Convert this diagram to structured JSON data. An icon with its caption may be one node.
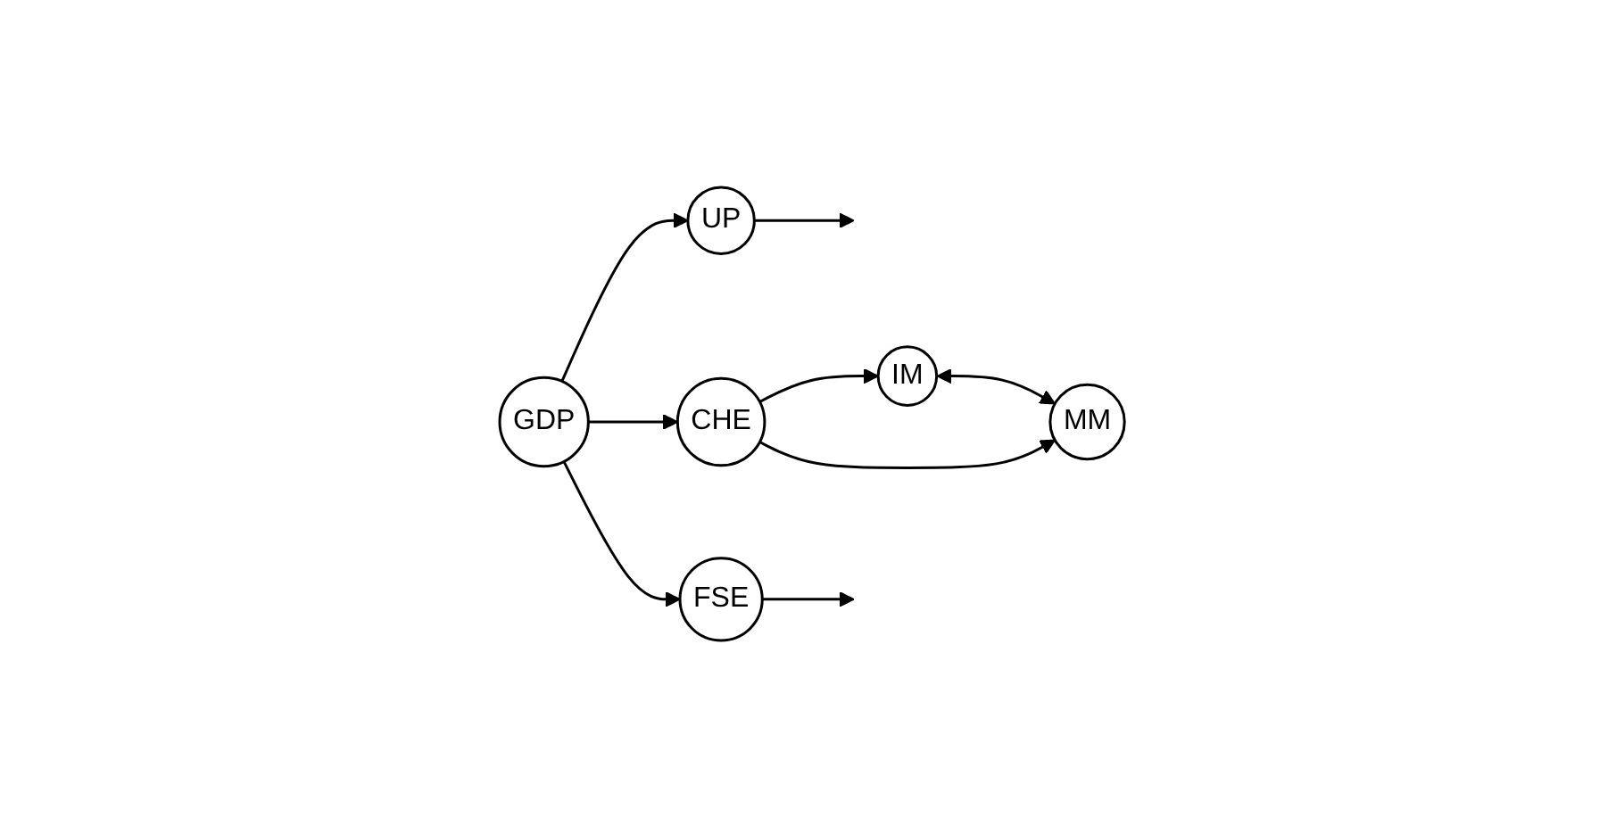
{
  "diagram": {
    "nodes": [
      {
        "text": [
          "GDP"
        ]
      },
      {
        "text": [
          "UP"
        ]
      },
      {
        "text": [
          "CHE"
        ]
      },
      {
        "text": [
          "FSE"
        ]
      },
      {
        "text": [
          "IM"
        ]
      },
      {
        "text": [
          "MM"
        ]
      }
    ],
    "edges": [
      {
        "from": 0,
        "to": 1,
        "arrow": "to"
      },
      {
        "from": 0,
        "to": 2,
        "arrow": "to"
      },
      {
        "from": 0,
        "to": 3,
        "arrow": "to"
      },
      {
        "from": 1,
        "to": null,
        "arrow": "to"
      },
      {
        "from": 3,
        "to": null,
        "arrow": "to"
      },
      {
        "from": 2,
        "to": 4,
        "arrow": "to"
      },
      {
        "from": 2,
        "to": 5,
        "arrow": "to"
      },
      {
        "from": 4,
        "to": 5,
        "arrow": "both"
      }
    ]
  }
}
